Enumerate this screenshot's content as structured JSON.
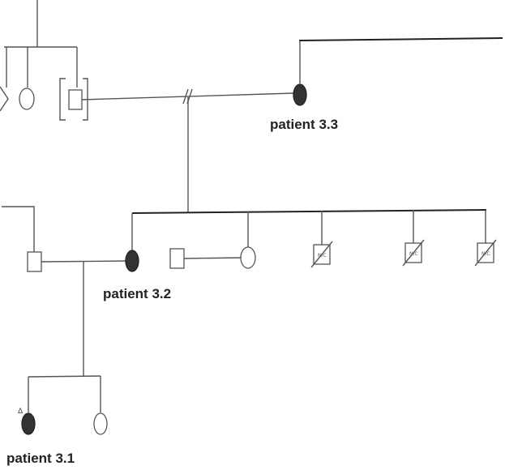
{
  "labels": {
    "patient_3_3": "patient 3.3",
    "patient_3_2": "patient 3.2",
    "patient_3_1": "patient 3.1"
  },
  "symbol_text": {
    "no_children": "N/C",
    "proband_marker": "Δ"
  },
  "legend_colors": {
    "affected_fill": "#333333",
    "unaffected_fill": "#ffffff",
    "line": "#555555"
  }
}
